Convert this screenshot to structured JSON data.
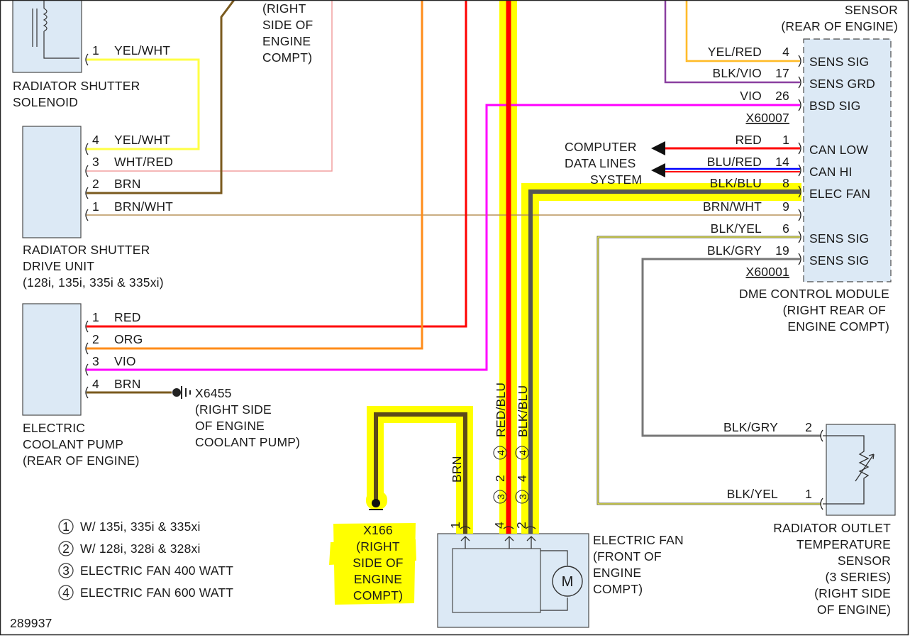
{
  "diagram_id": "289937",
  "colors": {
    "yellow": "#ffff00",
    "highlight": "#ffff00",
    "red": "#ff0000",
    "orange": "#ff8c1a",
    "violet": "#ff00ff",
    "brown": "#7a5a1e",
    "dark_gray": "#555555",
    "gray": "#777777",
    "blue": "#0000ff",
    "yel_wht": "#ffff66",
    "box_fill": "#dce9f5",
    "line": "#4a4a4a"
  },
  "components": {
    "shutter_solenoid": {
      "line1": "RADIATOR SHUTTER",
      "line2": "SOLENOID"
    },
    "shutter_drive": {
      "line1": "RADIATOR SHUTTER",
      "line2": "DRIVE UNIT",
      "line3": "(128i, 135i, 335i & 335xi)"
    },
    "coolant_pump": {
      "line1": "ELECTRIC",
      "line2": "COOLANT PUMP",
      "line3": "(REAR OF ENGINE)"
    },
    "fan": {
      "line1": "ELECTRIC FAN",
      "line2": "(FRONT OF",
      "line3": "ENGINE",
      "line4": "COMPT)",
      "motor": "M"
    },
    "dme": {
      "line1": "DME CONTROL MODULE",
      "line2": "(RIGHT REAR OF",
      "line3": "ENGINE COMPT)"
    },
    "top_sensor": {
      "line1": "SENSOR",
      "line2": "(REAR OF ENGINE)"
    },
    "outlet_sensor": {
      "line1": "RADIATOR OUTLET",
      "line2": "TEMPERATURE",
      "line3": "SENSOR",
      "line4": "(3 SERIES)",
      "line5": "(RIGHT SIDE",
      "line6": "OF ENGINE)"
    },
    "top_ground": {
      "line1": "(RIGHT",
      "line2": "SIDE OF",
      "line3": "ENGINE",
      "line4": "COMPT)"
    },
    "computer_lines": {
      "line1": "COMPUTER",
      "line2": "DATA LINES",
      "line3": "SYSTEM"
    }
  },
  "grounds": {
    "x6455": {
      "id": "X6455",
      "line1": "(RIGHT SIDE",
      "line2": "OF ENGINE",
      "line3": "COOLANT PUMP)"
    },
    "x166": {
      "id": "X166",
      "line1": "(RIGHT",
      "line2": "SIDE OF",
      "line3": "ENGINE",
      "line4": "COMPT)"
    }
  },
  "wires_left": {
    "sol_1": {
      "pin": "1",
      "color": "YEL/WHT"
    },
    "drv_4": {
      "pin": "4",
      "color": "YEL/WHT"
    },
    "drv_3": {
      "pin": "3",
      "color": "WHT/RED"
    },
    "drv_2": {
      "pin": "2",
      "color": "BRN"
    },
    "drv_1": {
      "pin": "1",
      "color": "BRN/WHT"
    },
    "pump_1": {
      "pin": "1",
      "color": "RED"
    },
    "pump_2": {
      "pin": "2",
      "color": "ORG"
    },
    "pump_3": {
      "pin": "3",
      "color": "VIO"
    },
    "pump_4": {
      "pin": "4",
      "color": "BRN"
    }
  },
  "dme_pins": {
    "p4": {
      "color": "YEL/RED",
      "pin": "4",
      "name": "SENS SIG"
    },
    "p17": {
      "color": "BLK/VIO",
      "pin": "17",
      "name": "SENS GRD"
    },
    "p26": {
      "color": "VIO",
      "pin": "26",
      "name": "BSD SIG"
    },
    "connector_a": "X60007",
    "p1": {
      "color": "RED",
      "pin": "1",
      "name": "CAN LOW"
    },
    "p14": {
      "color": "BLU/RED",
      "pin": "14",
      "name": "CAN HI"
    },
    "p8": {
      "color": "BLK/BLU",
      "pin": "8",
      "name": "ELEC FAN"
    },
    "p9": {
      "color": "BRN/WHT",
      "pin": "9"
    },
    "p6": {
      "color": "BLK/YEL",
      "pin": "6",
      "name": "SENS SIG"
    },
    "p19": {
      "color": "BLK/GRY",
      "pin": "19",
      "name": "SENS SIG"
    },
    "connector_b": "X60001"
  },
  "fan_wires": {
    "brn": "BRN",
    "red_blu": "RED/BLU",
    "blk_blu": "BLK/BLU",
    "pin1": "1",
    "pin2": "2",
    "pin4": "4",
    "pin2b": "2",
    "pin4b": "4",
    "top1": "1",
    "top4": "4",
    "top2": "2",
    "circ4a": "4",
    "circ4b": "4",
    "circ3a": "3",
    "circ3b": "3"
  },
  "outlet_pins": {
    "p2": {
      "color": "BLK/GRY",
      "pin": "2"
    },
    "p1": {
      "color": "BLK/YEL",
      "pin": "1"
    }
  },
  "legend": [
    {
      "num": "1",
      "text": "W/ 135i, 335i & 335xi"
    },
    {
      "num": "2",
      "text": "W/ 128i, 328i & 328xi"
    },
    {
      "num": "3",
      "text": "ELECTRIC FAN 400 WATT"
    },
    {
      "num": "4",
      "text": "ELECTRIC FAN 600 WATT"
    }
  ]
}
